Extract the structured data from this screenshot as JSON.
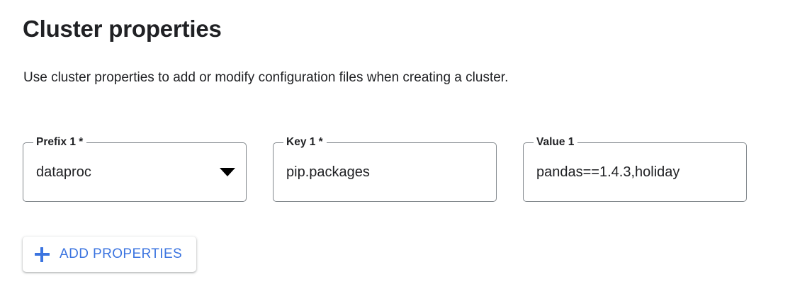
{
  "section": {
    "title": "Cluster properties",
    "description": "Use cluster properties to add or modify configuration files when creating a cluster."
  },
  "property_rows": [
    {
      "index": "1",
      "prefix": {
        "label": "Prefix 1 *",
        "value": "dataproc",
        "placeholder": "",
        "control": "select",
        "icon": "chevron-down-icon",
        "required": true
      },
      "key": {
        "label": "Key 1 *",
        "value": "pip.packages",
        "placeholder": "",
        "control": "text",
        "required": true
      },
      "value": {
        "label": "Value 1",
        "value": "pandas==1.4.3,holiday",
        "placeholder": "",
        "control": "text",
        "required": false
      }
    }
  ],
  "actions": {
    "add_properties": {
      "label": "ADD PROPERTIES",
      "icon": "plus-icon"
    }
  },
  "colors": {
    "accent_blue": "#3b74e0",
    "text_primary": "#202124",
    "field_border": "#80868b",
    "background": "#ffffff"
  }
}
